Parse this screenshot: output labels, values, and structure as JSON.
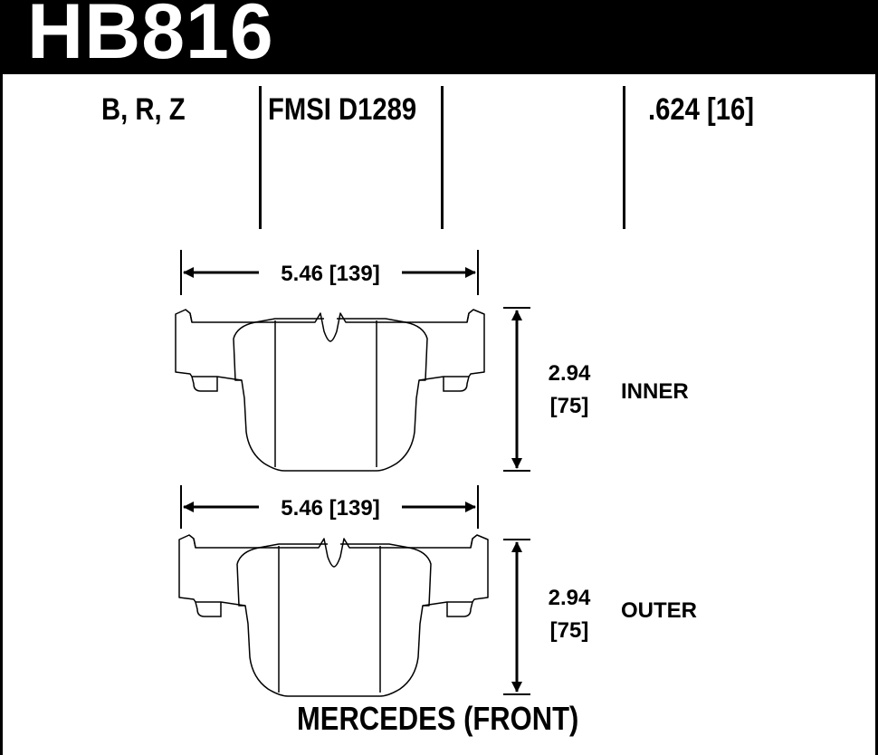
{
  "header": {
    "part_number": "HB816"
  },
  "specs": {
    "compounds": "B, R, Z",
    "fmsi": "FMSI D1289",
    "thickness": ".624 [16]"
  },
  "inner_pad": {
    "width_label": "5.46  [139]",
    "height_in": "2.94",
    "height_mm": "[75]",
    "side_label": "INNER"
  },
  "outer_pad": {
    "width_label": "5.46  [139]",
    "height_in": "2.94",
    "height_mm": "[75]",
    "side_label": "OUTER"
  },
  "footer": {
    "application": "MERCEDES (FRONT)"
  }
}
